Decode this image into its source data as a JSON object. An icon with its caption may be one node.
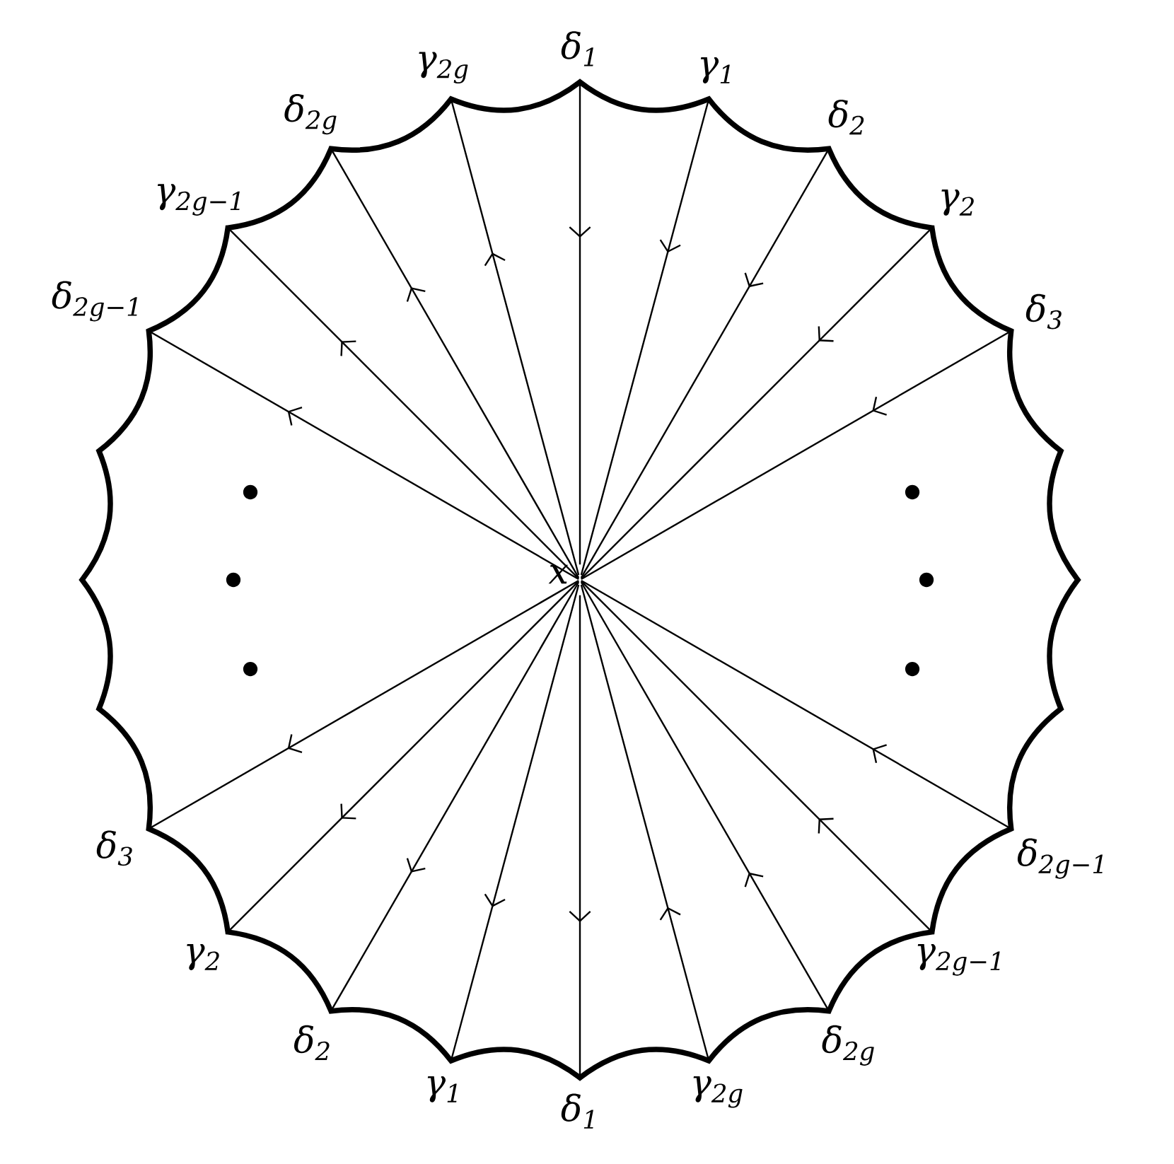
{
  "diagram": {
    "nodes": [
      {
        "text": [
          "x"
        ]
      },
      {
        "text": [
          "δ$_{1}$"
        ]
      },
      {
        "text": [
          "γ$_{1}$"
        ]
      },
      {
        "text": [
          "δ$_{2}$"
        ]
      },
      {
        "text": [
          "γ$_{2}$"
        ]
      },
      {
        "text": [
          "δ$_{3}$"
        ]
      },
      {
        "text": [
          "δ$_{2g−1}$"
        ]
      },
      {
        "text": [
          "γ$_{2g−1}$"
        ]
      },
      {
        "text": [
          "δ$_{2g}$"
        ]
      },
      {
        "text": [
          "γ$_{2g}$"
        ]
      },
      {
        "text": [
          "δ$_{1}$"
        ]
      },
      {
        "text": [
          "γ$_{1}$"
        ]
      },
      {
        "text": [
          "δ$_{2}$"
        ]
      },
      {
        "text": [
          "γ$_{2}$"
        ]
      },
      {
        "text": [
          "δ$_{3}$"
        ]
      },
      {
        "text": [
          "δ$_{2g−1}$"
        ]
      },
      {
        "text": [
          "γ$_{2g−1}$"
        ]
      },
      {
        "text": [
          "δ$_{2g}$"
        ]
      },
      {
        "text": [
          "γ$_{2g}$"
        ]
      }
    ],
    "edges": [
      {
        "from": 1,
        "to": 0,
        "arrow": "to"
      },
      {
        "from": 2,
        "to": 0,
        "arrow": "to"
      },
      {
        "from": 3,
        "to": 0,
        "arrow": "to"
      },
      {
        "from": 4,
        "to": 0,
        "arrow": "to"
      },
      {
        "from": 5,
        "to": 0,
        "arrow": "to"
      },
      {
        "from": 6,
        "to": 0,
        "arrow": "to"
      },
      {
        "from": 7,
        "to": 0,
        "arrow": "to"
      },
      {
        "from": 8,
        "to": 0,
        "arrow": "to"
      },
      {
        "from": 9,
        "to": 0,
        "arrow": "to"
      },
      {
        "from": 0,
        "to": 10,
        "arrow": "to"
      },
      {
        "from": 0,
        "to": 11,
        "arrow": "to"
      },
      {
        "from": 0,
        "to": 12,
        "arrow": "to"
      },
      {
        "from": 0,
        "to": 13,
        "arrow": "to"
      },
      {
        "from": 0,
        "to": 14,
        "arrow": "to"
      },
      {
        "from": 0,
        "to": 15,
        "arrow": "to"
      },
      {
        "from": 0,
        "to": 16,
        "arrow": "to"
      },
      {
        "from": 0,
        "to": 17,
        "arrow": "to"
      },
      {
        "from": 0,
        "to": 18,
        "arrow": "to"
      }
    ]
  }
}
